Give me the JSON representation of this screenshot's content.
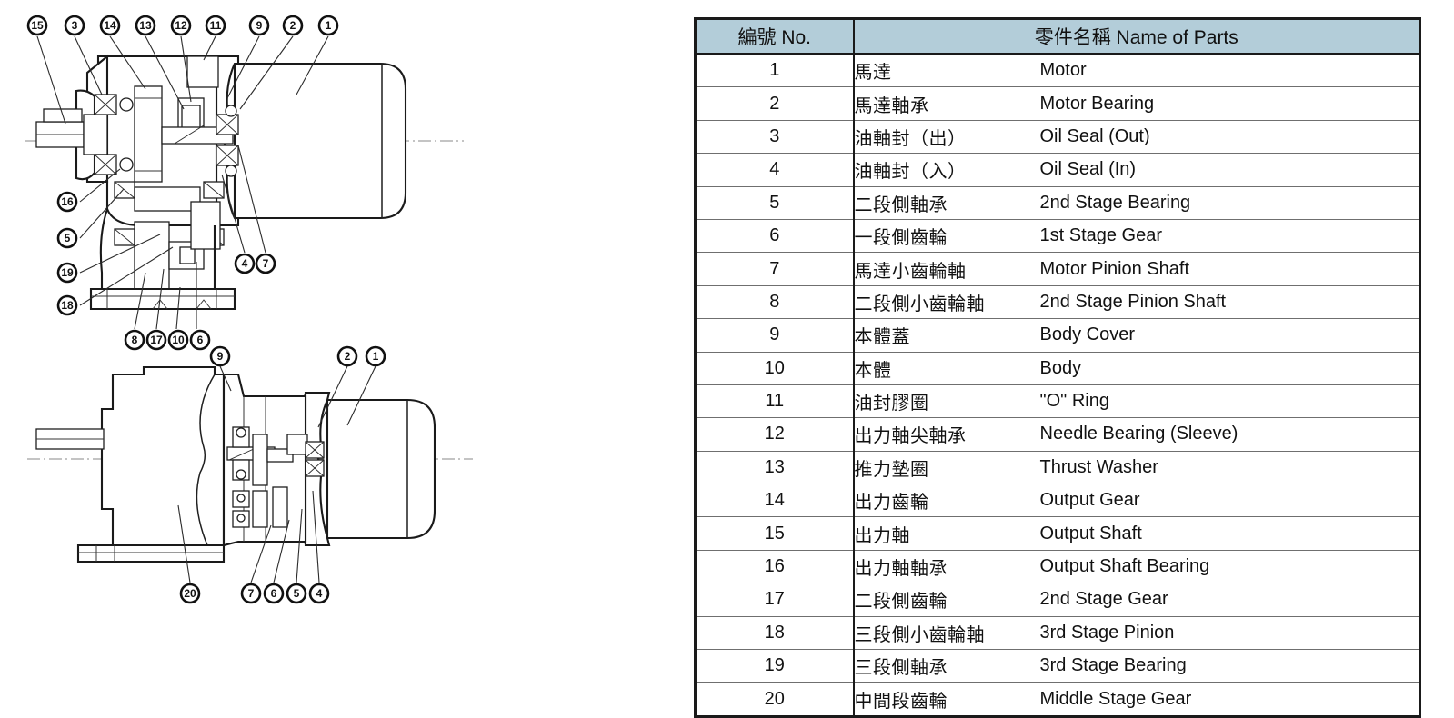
{
  "table": {
    "header": {
      "no": "編號 No.",
      "name": "零件名稱 Name of Parts"
    },
    "header_bg": "#b3cdd9",
    "rows": [
      {
        "no": "1",
        "zh": "馬達",
        "en": "Motor"
      },
      {
        "no": "2",
        "zh": "馬達軸承",
        "en": "Motor Bearing"
      },
      {
        "no": "3",
        "zh": "油軸封（出）",
        "en": "Oil Seal (Out)"
      },
      {
        "no": "4",
        "zh": "油軸封（入）",
        "en": "Oil Seal (In)"
      },
      {
        "no": "5",
        "zh": "二段側軸承",
        "en": "2nd Stage Bearing"
      },
      {
        "no": "6",
        "zh": "一段側齒輪",
        "en": "1st Stage Gear"
      },
      {
        "no": "7",
        "zh": "馬達小齒輪軸",
        "en": "Motor Pinion Shaft"
      },
      {
        "no": "8",
        "zh": "二段側小齒輪軸",
        "en": "2nd Stage Pinion Shaft"
      },
      {
        "no": "9",
        "zh": "本體蓋",
        "en": "Body Cover"
      },
      {
        "no": "10",
        "zh": "本體",
        "en": "Body"
      },
      {
        "no": "11",
        "zh": "油封膠圈",
        "en": "\"O\" Ring"
      },
      {
        "no": "12",
        "zh": "出力軸尖軸承",
        "en": "Needle Bearing (Sleeve)"
      },
      {
        "no": "13",
        "zh": "推力墊圈",
        "en": "Thrust Washer"
      },
      {
        "no": "14",
        "zh": "出力齒輪",
        "en": "Output Gear"
      },
      {
        "no": "15",
        "zh": "出力軸",
        "en": "Output Shaft"
      },
      {
        "no": "16",
        "zh": "出力軸軸承",
        "en": "Output Shaft Bearing"
      },
      {
        "no": "17",
        "zh": "二段側齒輪",
        "en": "2nd Stage Gear"
      },
      {
        "no": "18",
        "zh": "三段側小齒輪軸",
        "en": "3rd Stage Pinion"
      },
      {
        "no": "19",
        "zh": "三段側軸承",
        "en": "3rd Stage Bearing"
      },
      {
        "no": "20",
        "zh": "中間段齒輪",
        "en": "Middle Stage Gear"
      }
    ]
  },
  "drawing": {
    "top_view": {
      "callouts_top": [
        "15",
        "3",
        "14",
        "13",
        "12",
        "11",
        "9",
        "2",
        "1"
      ],
      "callouts_left": [
        "16",
        "5",
        "19",
        "18"
      ],
      "callouts_bottom": [
        "8",
        "17",
        "10",
        "6"
      ],
      "callouts_right": [
        "4",
        "7"
      ]
    },
    "side_view": {
      "callouts_top": [
        "9",
        "2",
        "1"
      ],
      "callouts_bottom": [
        "20",
        "7",
        "6",
        "5",
        "4"
      ]
    }
  }
}
